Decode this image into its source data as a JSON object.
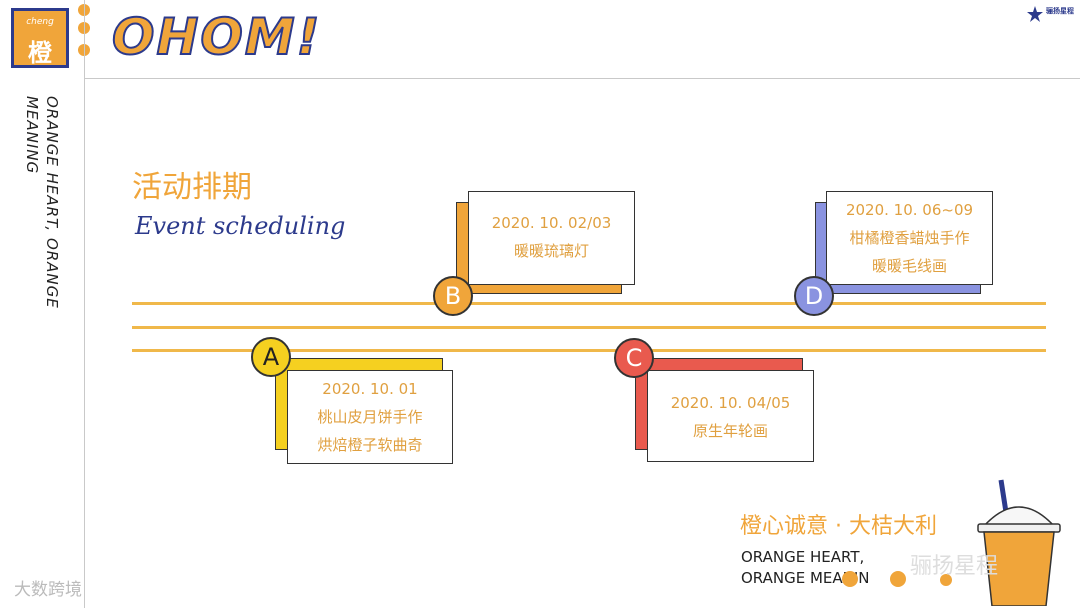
{
  "header": {
    "logo_small": "cheng",
    "logo_char": "橙",
    "brand": "OHOM!",
    "corner_logo_text": "骊扬星程"
  },
  "sidebar": {
    "vertical_text": "ORANGE HEART, ORANGE MEANING"
  },
  "section": {
    "title_cn": "活动排期",
    "title_en": "Event scheduling"
  },
  "events": [
    {
      "marker": "A",
      "color": "#f5d020",
      "lines": [
        "2020. 10. 01",
        "桃山皮月饼手作",
        "烘焙橙子软曲奇"
      ]
    },
    {
      "marker": "B",
      "color": "#f0a53a",
      "lines": [
        "2020. 10. 02/03",
        "暖暖琉璃灯"
      ]
    },
    {
      "marker": "C",
      "color": "#e95a4e",
      "lines": [
        "2020. 10. 04/05",
        "原生年轮画"
      ]
    },
    {
      "marker": "D",
      "color": "#8a93e0",
      "lines": [
        "2020. 10. 06~09",
        "柑橘橙香蜡烛手作",
        "暖暖毛线画"
      ]
    }
  ],
  "footer": {
    "slogan_cn": "橙心诚意 · 大桔大利",
    "slogan_en_1": "ORANGE HEART,",
    "slogan_en_2": "ORANGE MEANIN",
    "watermark_left": "大数跨境",
    "watermark_right": "骊扬星程"
  },
  "colors": {
    "accent": "#f0a53a",
    "navy": "#2c3a8c",
    "timeline": "#f0b84a"
  }
}
